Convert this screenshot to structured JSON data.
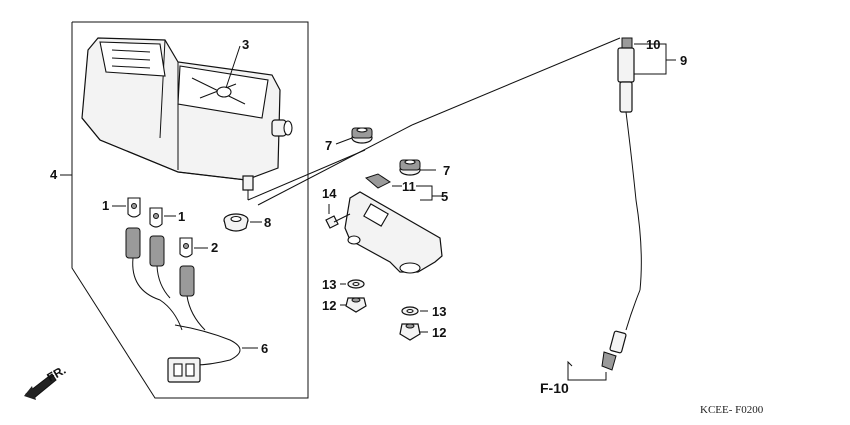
{
  "callouts": {
    "c1a": "1",
    "c1b": "1",
    "c2": "2",
    "c3": "3",
    "c4": "4",
    "c5": "5",
    "c6": "6",
    "c7a": "7",
    "c7b": "7",
    "c8": "8",
    "c9": "9",
    "c10": "10",
    "c11": "11",
    "c12a": "12",
    "c12b": "12",
    "c13a": "13",
    "c13b": "13",
    "c14": "14"
  },
  "direction_label": "FR.",
  "reference_label": "F-10",
  "diagram_code": "KCEE- F0200"
}
